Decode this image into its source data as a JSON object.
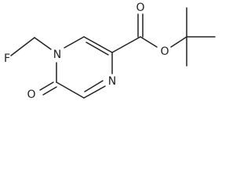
{
  "structure": {
    "atoms": {
      "fluorine": "F",
      "ring_nitrogen_alkyl": "N",
      "ring_nitrogen_imine": "N",
      "carbonyl_oxygen_ring": "O",
      "carbonyl_oxygen_ester": "O",
      "ester_oxygen": "O"
    }
  }
}
